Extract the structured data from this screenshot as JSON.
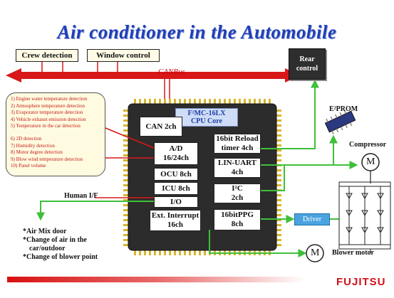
{
  "title": "Air conditioner in the Automobile",
  "top_boxes": {
    "crew": "Crew detection",
    "window": "Window control"
  },
  "canbus": "CANBus",
  "rear_control": {
    "line1": "Rear",
    "line2": "control"
  },
  "eeprom": "E²PROM",
  "compressor": "Compressor",
  "blower_motor": "Blower motor",
  "motor_symbol": "M",
  "driver": "Driver",
  "human_if": "Human I/F",
  "brand": "FUJITSU",
  "core": {
    "line1": "F²MC-16LX",
    "line2": "CPU Core"
  },
  "sensors_group1": [
    "1) Engine water temperature detection",
    "2) Atmosphere temperature detection",
    "3) Evaporator temperature detection",
    "4) Vehicle exhaust emission detection",
    "5) Temperature in the car detection"
  ],
  "sensors_group2": [
    "6) 2D detection",
    "7) Humidity detection",
    "8) Motor degree detection",
    "9) Blow wind temperature detection",
    "10) Panel volume"
  ],
  "blocks": {
    "can": "CAN 2ch",
    "ad": {
      "line1": "A/D",
      "line2": "16/24ch"
    },
    "ocu": "OCU 8ch",
    "icu": "ICU 8ch",
    "io": "I/O",
    "ext": {
      "line1": "Ext. Interrupt",
      "line2": "16ch"
    },
    "reload": {
      "line1": "16bit Reload",
      "line2": "timer 4ch"
    },
    "lin": {
      "line1": "LIN-UART",
      "line2": "4ch"
    },
    "i2c": {
      "line1": "I²C",
      "line2": "2ch"
    },
    "ppg": {
      "line1": "16bitPPG",
      "line2": "8ch"
    }
  },
  "outputs": [
    "*Air Mix door",
    "*Change of air in the",
    "car/outdoor",
    "*Change of blower point"
  ],
  "colors": {
    "title": "#1f3fb8",
    "canbus_arrow": "#d81818",
    "link_green": "#3fbf3a",
    "chip_body": "#2c2c2c",
    "chip_pins": "#d8b52c",
    "sensor_text": "#c01818",
    "brand": "#d0101a"
  }
}
